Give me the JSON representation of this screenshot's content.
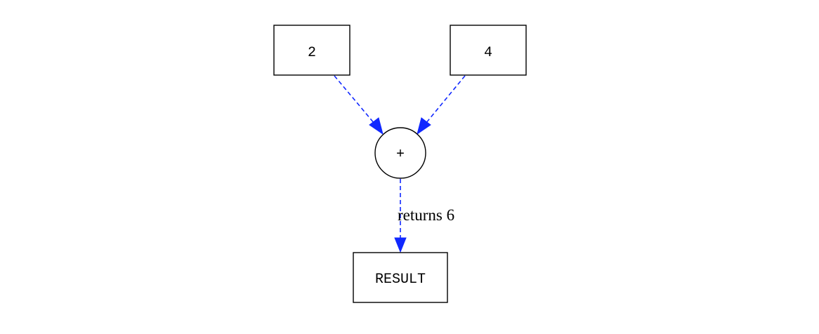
{
  "nodes": {
    "left_input": {
      "label": "2"
    },
    "right_input": {
      "label": "4"
    },
    "operator": {
      "label": "+"
    },
    "result": {
      "label": "RESULT"
    }
  },
  "edges": {
    "output_label": "returns 6"
  },
  "colors": {
    "edge": "#1028ff",
    "node_stroke": "#000000",
    "background": "#ffffff"
  }
}
